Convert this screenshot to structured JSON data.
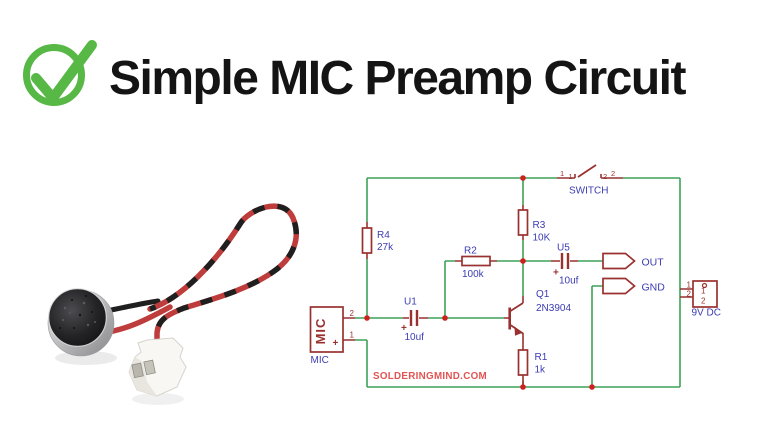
{
  "header": {
    "icon": "check-icon",
    "icon_color": "#57b846",
    "title": "Simple MIC Preamp Circuit"
  },
  "schematic": {
    "colors": {
      "wire": "#3fa159",
      "component": "#993130",
      "junction": "#cf2020",
      "label": "#3c3cb4",
      "watermark": "#e25454"
    },
    "watermark": "SOLDERINGMIND.COM",
    "switch": {
      "label": "SWITCH",
      "pin_a": "1",
      "pin_a2": "1",
      "pin_b": "2",
      "pin_b2": "2"
    },
    "resistors": {
      "r4": {
        "ref": "R4",
        "value": "27k"
      },
      "r3": {
        "ref": "R3",
        "value": "10K"
      },
      "r2": {
        "ref": "R2",
        "value": "100k"
      },
      "r1": {
        "ref": "R1",
        "value": "1k"
      }
    },
    "capacitors": {
      "u1": {
        "ref": "U1",
        "value": "10uf",
        "polarity": "+"
      },
      "u5": {
        "ref": "U5",
        "value": "10uf",
        "polarity": "+"
      }
    },
    "transistor": {
      "ref": "Q1",
      "value": "2N3904"
    },
    "mic": {
      "label": "MIC",
      "box_text": "MIC",
      "pin2": "2",
      "pin1": "1",
      "polarity": "+"
    },
    "out_flag": {
      "label": "OUT"
    },
    "gnd_flag": {
      "label": "GND"
    },
    "power": {
      "label": "9V DC",
      "pin1": "1",
      "pin2": "2",
      "inner_pin1": "1",
      "inner_pin2": "2"
    }
  }
}
